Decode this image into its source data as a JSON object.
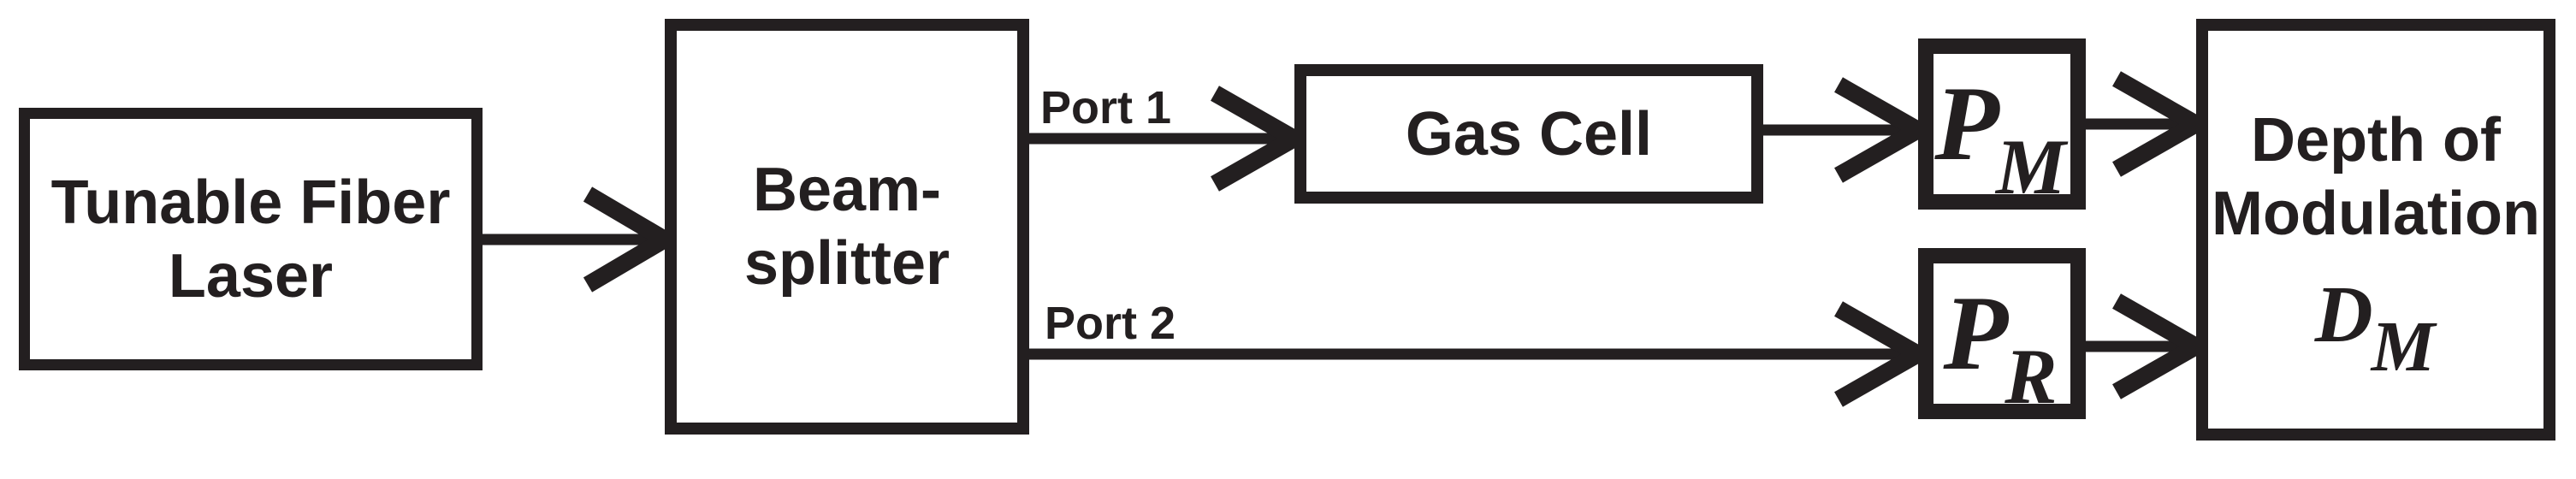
{
  "diagram": {
    "colors": {
      "ink": "#231f20",
      "background": "#ffffff"
    },
    "boxes": {
      "laser": {
        "line1": "Tunable Fiber",
        "line2": "Laser"
      },
      "beamsplitter": {
        "line1": "Beam-",
        "line2": "splitter"
      },
      "gas_cell": {
        "line1": "Gas Cell"
      },
      "pm": {
        "symbol": "P",
        "subscript": "M"
      },
      "pr": {
        "symbol": "P",
        "subscript": "R"
      },
      "dom": {
        "line1": "Depth of",
        "line2": "Modulation",
        "symbol": "D",
        "subscript": "M"
      }
    },
    "edge_labels": {
      "port1": "Port 1",
      "port2": "Port 2"
    }
  }
}
